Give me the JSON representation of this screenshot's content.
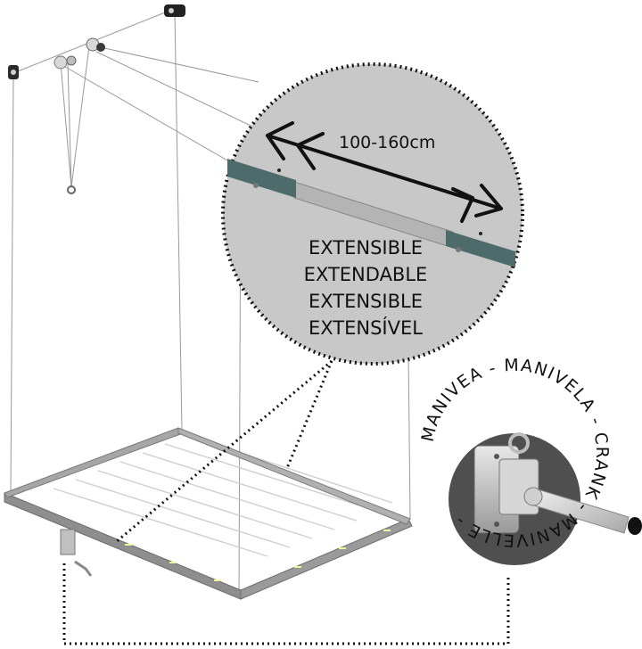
{
  "zoom_circle": {
    "dimension_label": "100-160cm",
    "labels": [
      "EXTENSIBLE",
      "EXTENDABLE",
      "EXTENSIBLE",
      "EXTENSÍVEL"
    ]
  },
  "crank_circle": {
    "ring_text": "MANIVEA - MANIVELA - CRANK - MANIVELLE - "
  },
  "colors": {
    "circle_fill": "#c8c8c8",
    "frame": "#8d8d8d",
    "bar_teal": "#4d6b6b",
    "bar_steel": "#b3b3b3",
    "dotted": "#111111"
  }
}
